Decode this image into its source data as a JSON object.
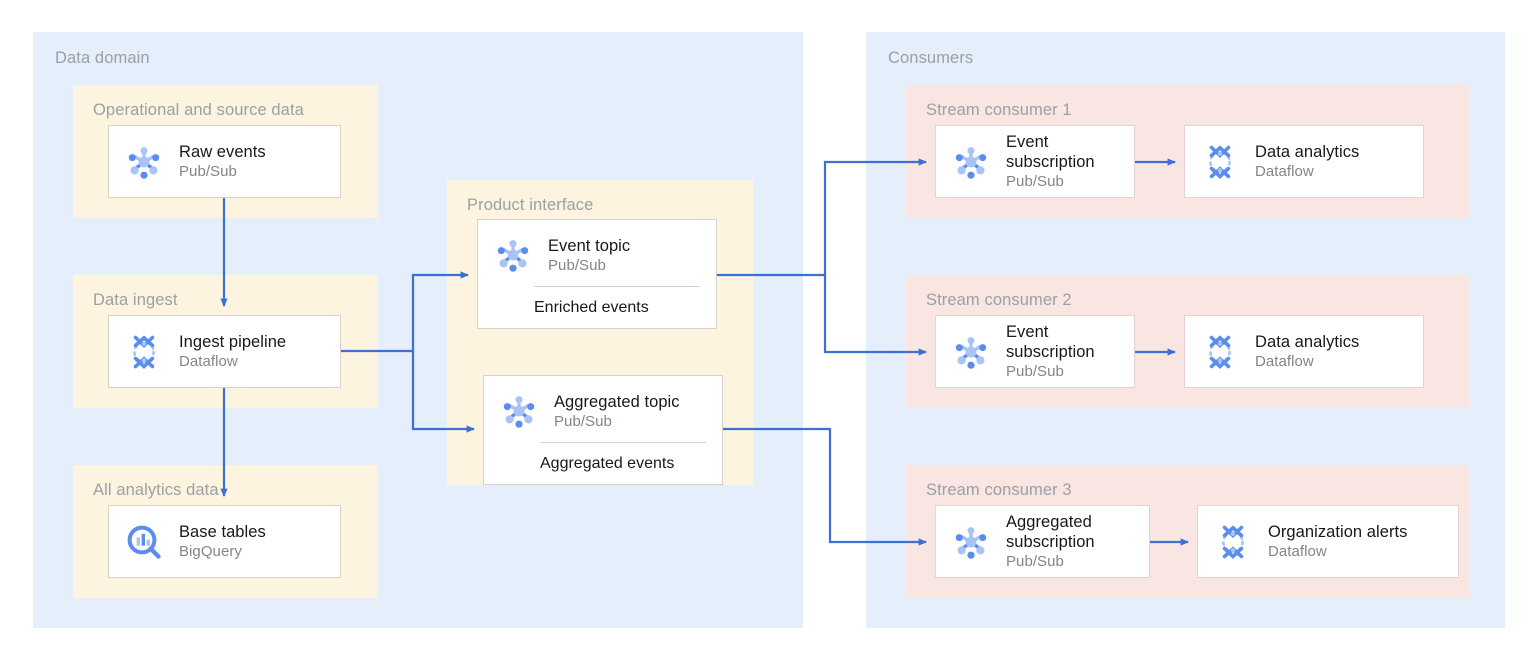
{
  "panels": {
    "data_domain": {
      "title": "Data domain",
      "groups": {
        "operational": {
          "title": "Operational and source data"
        },
        "ingest": {
          "title": "Data ingest"
        },
        "analytics": {
          "title": "All analytics data"
        }
      }
    },
    "product_interface": {
      "title": "Product interface"
    },
    "consumers": {
      "title": "Consumers",
      "groups": [
        {
          "title": "Stream consumer 1"
        },
        {
          "title": "Stream consumer 2"
        },
        {
          "title": "Stream consumer 3"
        }
      ]
    }
  },
  "cards": {
    "raw_events": {
      "title": "Raw events",
      "service": "Pub/Sub"
    },
    "ingest_pipeline": {
      "title": "Ingest pipeline",
      "service": "Dataflow"
    },
    "base_tables": {
      "title": "Base tables",
      "service": "BigQuery"
    },
    "event_topic": {
      "title": "Event topic",
      "service": "Pub/Sub",
      "contract": "Enriched events"
    },
    "aggregated_topic": {
      "title": "Aggregated topic",
      "service": "Pub/Sub",
      "contract": "Aggregated events"
    },
    "event_subscription_1": {
      "title": "Event subscription",
      "service": "Pub/Sub"
    },
    "data_analytics_1": {
      "title": "Data analytics",
      "service": "Dataflow"
    },
    "event_subscription_2": {
      "title": "Event subscription",
      "service": "Pub/Sub"
    },
    "data_analytics_2": {
      "title": "Data analytics",
      "service": "Dataflow"
    },
    "aggregated_subscription": {
      "title": "Aggregated subscription",
      "service": "Pub/Sub"
    },
    "organization_alerts": {
      "title": "Organization alerts",
      "service": "Dataflow"
    }
  },
  "icons": {
    "pubsub": "pubsub-icon",
    "dataflow": "dataflow-icon",
    "bigquery": "bigquery-icon"
  },
  "colors": {
    "panel_outer": "#e5eefb",
    "group_yellow": "#fdf4df",
    "group_pink": "#f9e6e2",
    "card_bg": "#ffffff",
    "card_border": "#d6d2c8",
    "connector": "#3d6fd4",
    "title_text": "#16181b",
    "subtitle_text": "#80868b",
    "panel_title_text": "#9aa0a6",
    "icon_dark": "#5b8def",
    "icon_light": "#a8c4f7"
  }
}
